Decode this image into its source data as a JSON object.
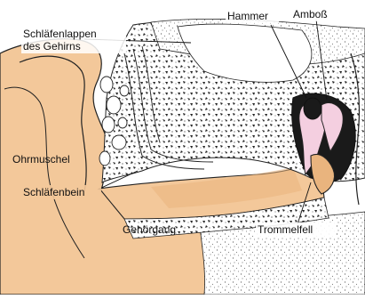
{
  "figure": {
    "labels": {
      "temporal_lobe_line1": "Schläfenlappen",
      "temporal_lobe_line2": "des Gehirns",
      "hammer": "Hammer",
      "anvil": "Amboß",
      "auricle": "Ohrmuschel",
      "temporal_bone": "Schläfenbein",
      "ear_canal": "Gehörgang",
      "eardrum": "Trommelfell"
    },
    "colors": {
      "skin": "#f3c89a",
      "skin_dark": "#e9b47e",
      "ossicle_pink": "#f4cfe0",
      "ink": "#222222",
      "background": "#ffffff"
    }
  }
}
